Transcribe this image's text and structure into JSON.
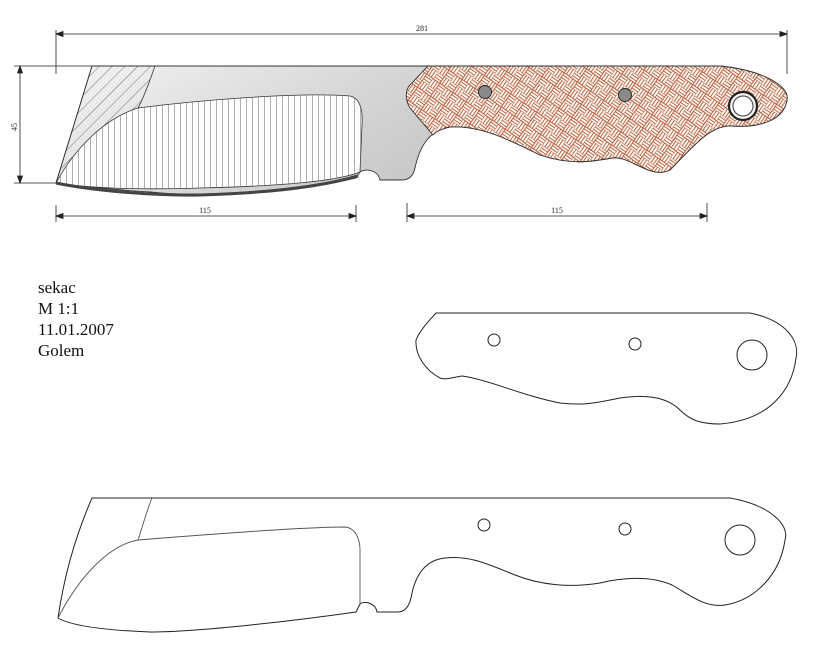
{
  "dimensions": {
    "overall_length": "281",
    "height": "45",
    "blade_length": "115",
    "handle_length": "115"
  },
  "info": {
    "name": "sekac",
    "scale": "M 1:1",
    "date": "11.01.2007",
    "author": "Golem"
  },
  "colors": {
    "line": "#222222",
    "handle_hatch": "#b5542f",
    "steel_light": "#e6e6e6",
    "steel_dark": "#9a9a9a",
    "pin": "#8a8a8a"
  }
}
